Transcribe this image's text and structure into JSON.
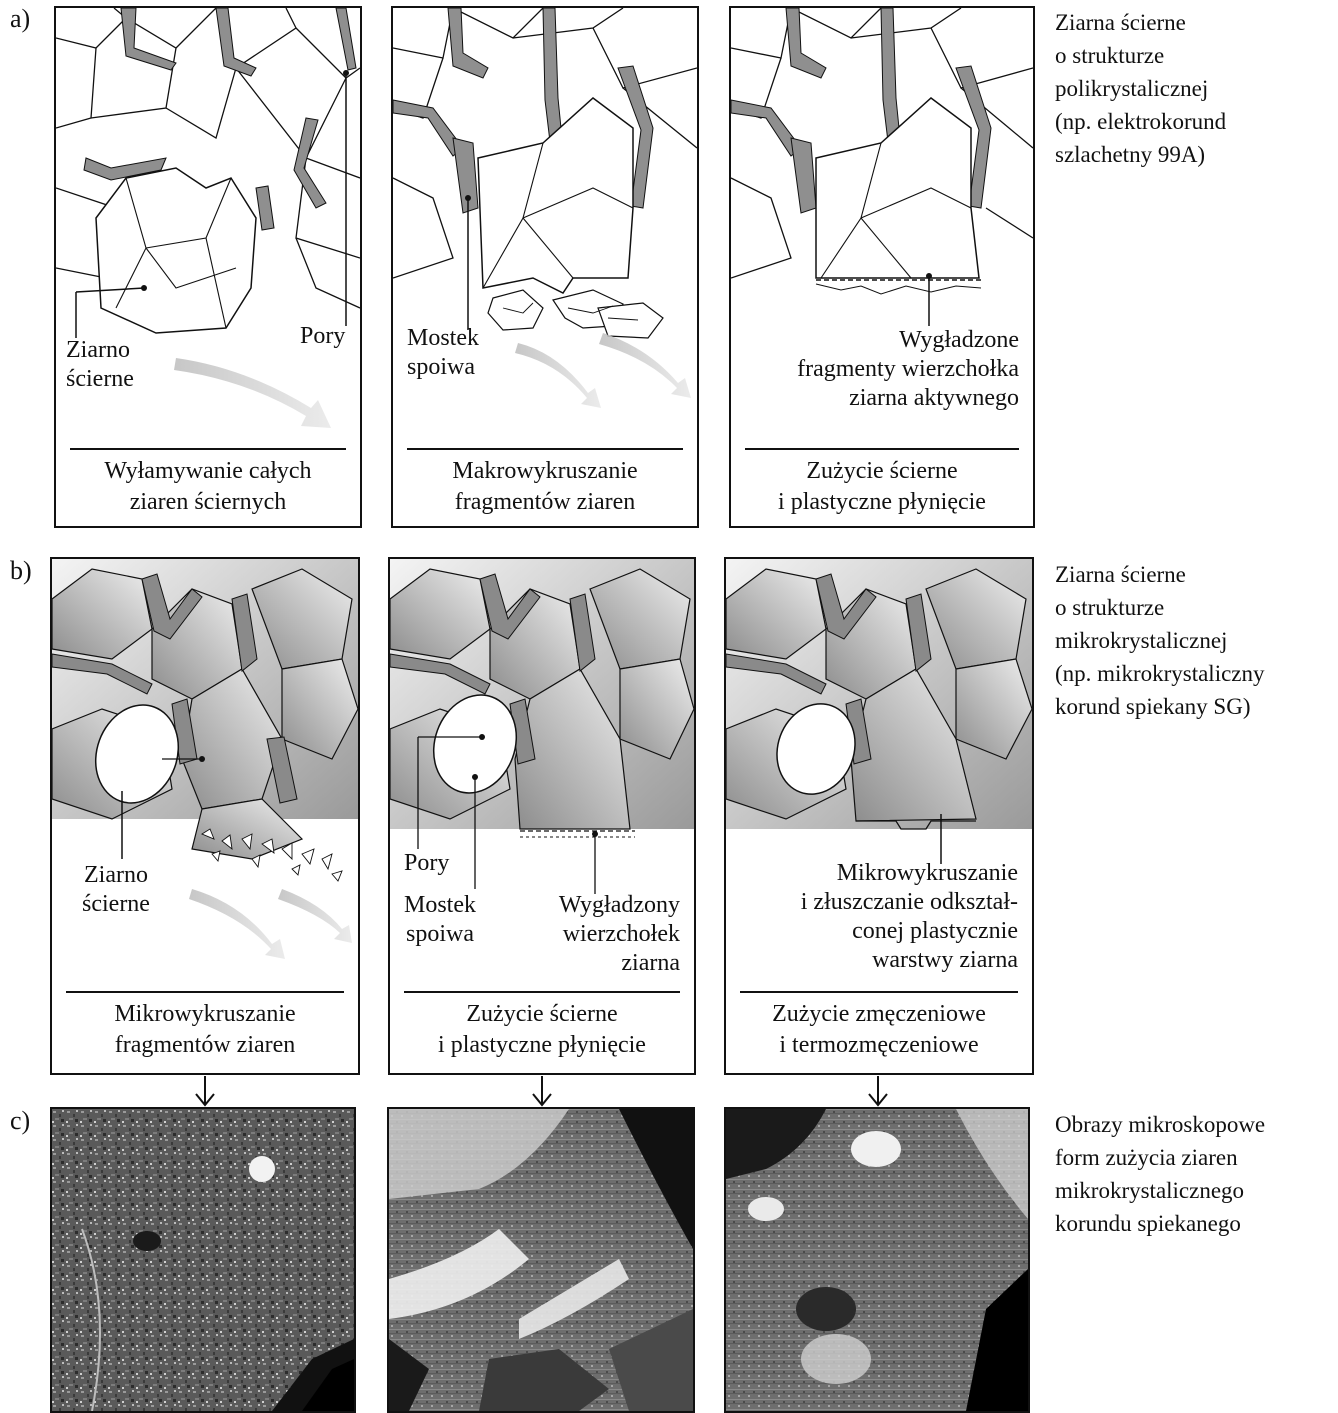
{
  "row_a": {
    "letter": "a)",
    "side_text": "Ziarna ścierne\no strukturze\npolikrystalicznej\n(np. elektrokorund\nszlachetny 99A)",
    "panels": [
      {
        "labels": [
          "Ziarno\nścierne",
          "Pory"
        ],
        "caption": "Wyłamywanie całych\nziaren ściernych"
      },
      {
        "labels": [
          "Mostek\nspoiwa"
        ],
        "caption": "Makrowykruszanie\nfragmentów ziaren"
      },
      {
        "labels": [
          "Wygładzone\nfragmenty wierzchołka\nziarna aktywnego"
        ],
        "caption": "Zużycie ścierne\ni plastyczne płynięcie"
      }
    ]
  },
  "row_b": {
    "letter": "b)",
    "side_text": "Ziarna ścierne\no strukturze\nmikrokrystalicznej\n(np. mikrokrystaliczny\nkorund spiekany SG)",
    "panels": [
      {
        "labels": [
          "Ziarno\nścierne"
        ],
        "caption": "Mikrowykruszanie\nfragmentów ziaren"
      },
      {
        "labels": [
          "Pory",
          "Mostek\nspoiwa",
          "Wygładzony\nwierzchołek\nziarna"
        ],
        "caption": "Zużycie ścierne\ni plastyczne płynięcie"
      },
      {
        "labels": [
          "Mikrowykruszanie\ni złuszczanie odkształ-\nconej plastycznie\nwarstwy ziarna"
        ],
        "caption": "Zużycie zmęczeniowe\ni termozmęczeniowe"
      }
    ]
  },
  "row_c": {
    "letter": "c)",
    "side_text": "Obrazy mikroskopowe\nform zużycia ziaren\nmikrokrystalicznego\nkorundu spiekanego",
    "images": [
      "micrograph-1",
      "micrograph-2",
      "micrograph-3"
    ]
  },
  "colors": {
    "ink": "#111111",
    "bond": "#8a8a8a",
    "grain_shade": "#c8c8c8",
    "micro_dark": "#2a2a2a",
    "micro_light": "#e6e6e6"
  }
}
